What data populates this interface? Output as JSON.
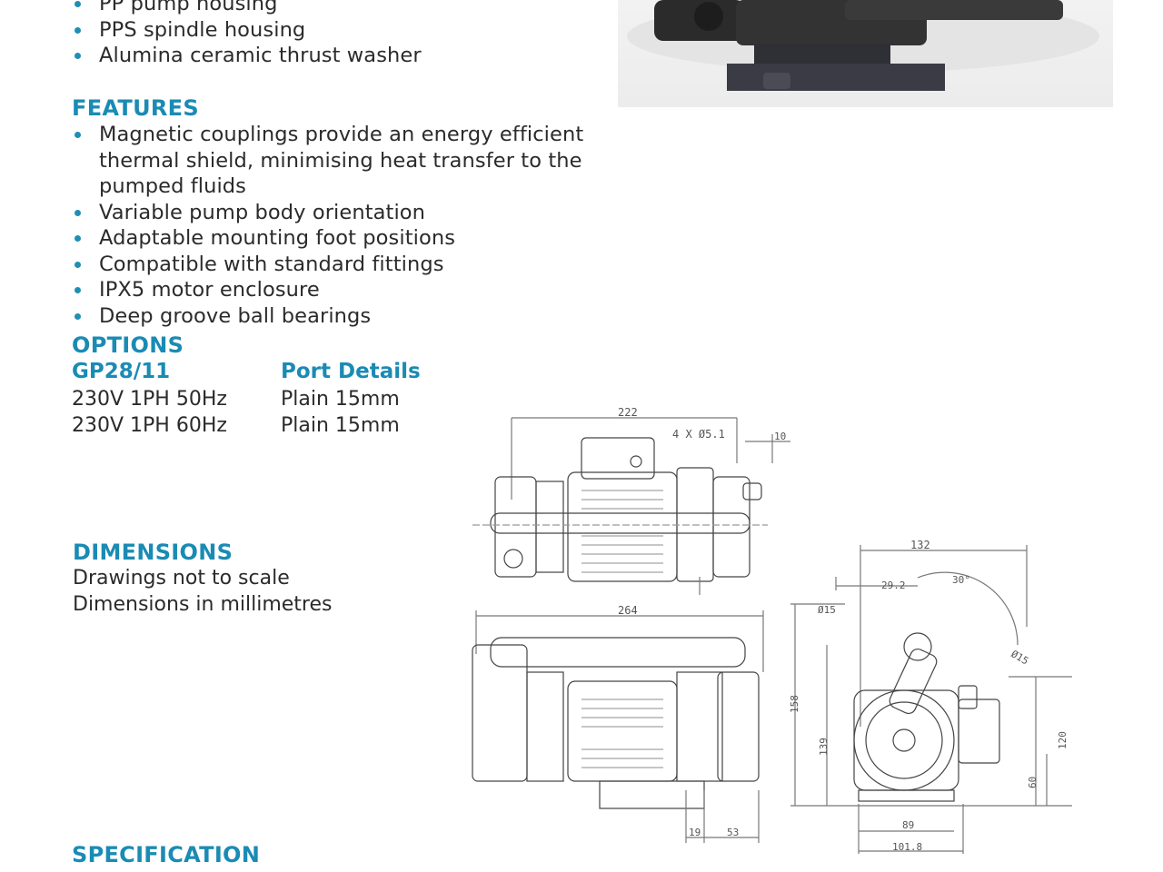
{
  "materials": {
    "items": [
      "PP pump housing",
      "PPS spindle housing",
      "Alumina ceramic thrust washer"
    ]
  },
  "features": {
    "heading": "FEATURES",
    "items": [
      "Magnetic couplings provide an energy efficient thermal shield, minimising heat transfer to the pumped fluids",
      "Variable pump body orientation",
      "Adaptable mounting foot positions",
      "Compatible with standard fittings",
      "IPX5 motor enclosure",
      "Deep groove ball bearings"
    ]
  },
  "options": {
    "heading": "OPTIONS",
    "model": "GP28/11",
    "port_heading": "Port Details",
    "rows": [
      {
        "voltage": "230V 1PH 50Hz",
        "port": "Plain 15mm"
      },
      {
        "voltage": "230V 1PH 60Hz",
        "port": "Plain 15mm"
      }
    ]
  },
  "dimensions": {
    "heading": "DIMENSIONS",
    "lines": [
      "Drawings not to scale",
      "Dimensions in millimetres"
    ]
  },
  "drawing": {
    "top": {
      "width": "222",
      "holes": "4 X Ø5.1",
      "offset": "10"
    },
    "side": {
      "length": "264",
      "foot_a": "19",
      "foot_b": "53"
    },
    "end": {
      "width": "132",
      "offset": "29.2",
      "angle": "30°",
      "port_a": "Ø15",
      "port_b": "Ø15",
      "height": "158",
      "height_b": "139",
      "height_c": "120",
      "height_d": "60",
      "base_a": "89",
      "base_b": "101.8"
    }
  },
  "specification": {
    "heading": "SPECIFICATION"
  }
}
